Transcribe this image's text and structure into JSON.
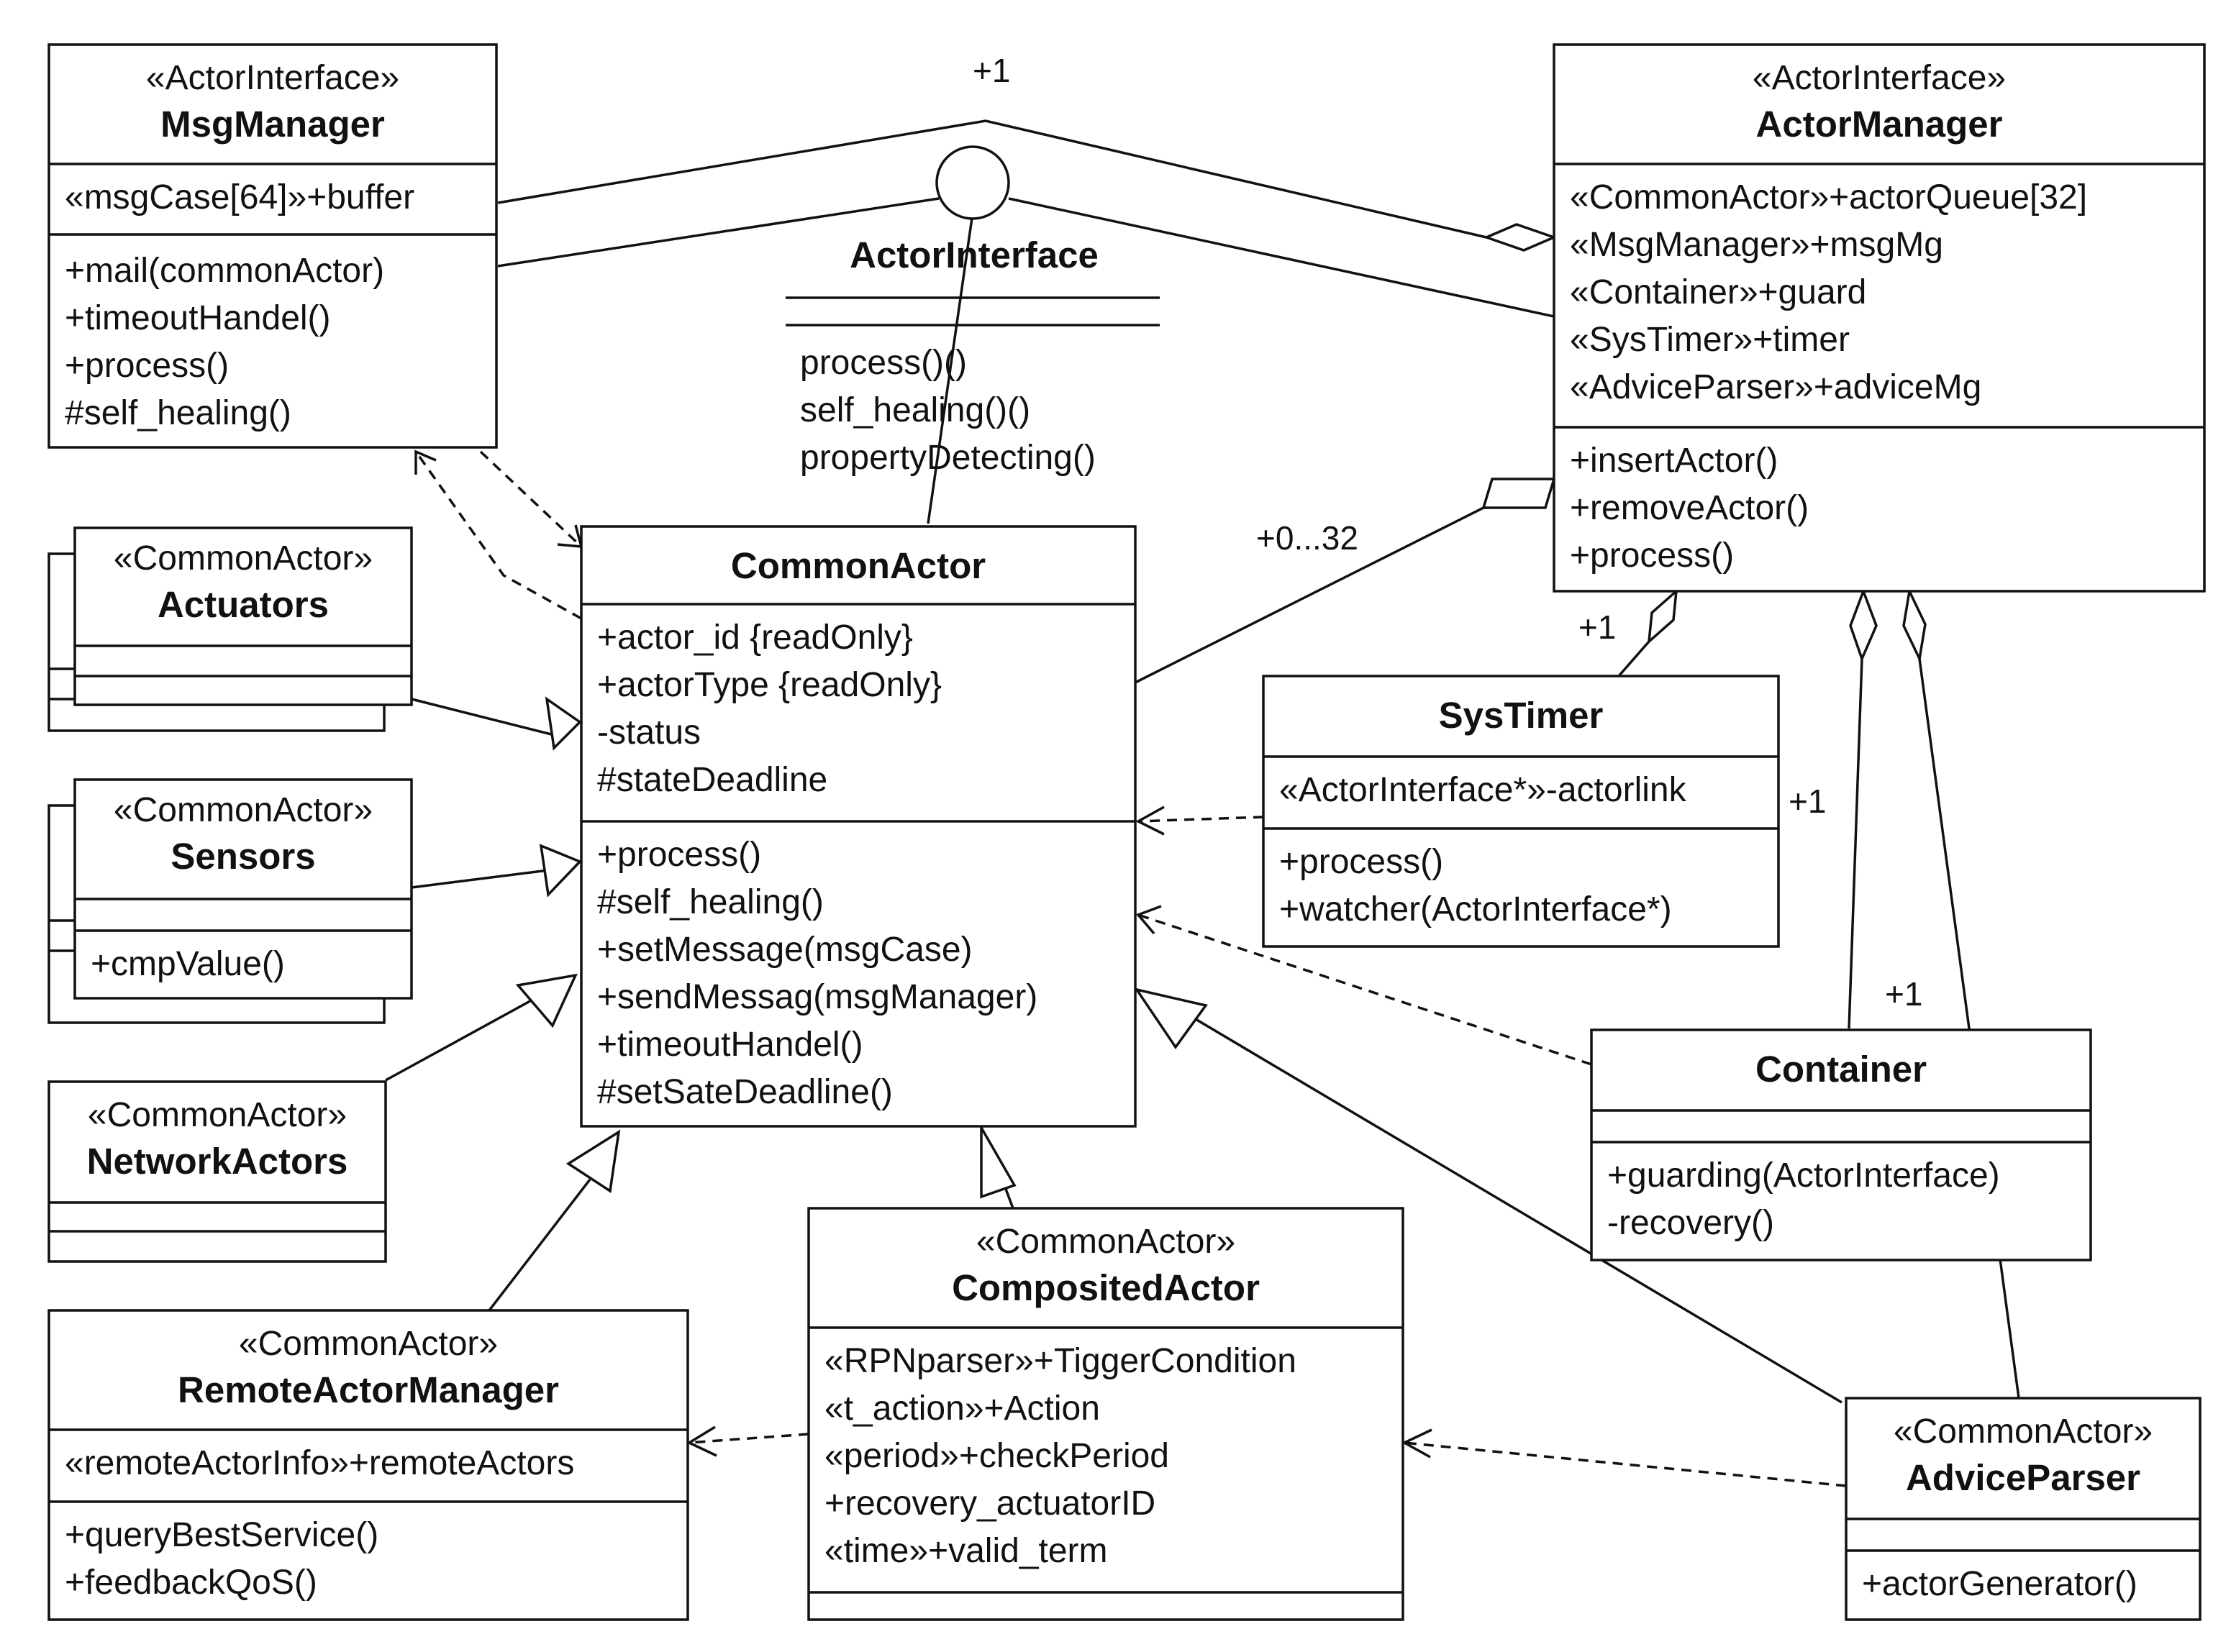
{
  "classes": {
    "msg_manager": {
      "stereotype": "«ActorInterface»",
      "name": "MsgManager",
      "attributes": [
        "«msgCase[64]»+buffer"
      ],
      "operations": [
        "+mail(commonActor)",
        "+timeoutHandel()",
        "+process()",
        "#self_healing()"
      ]
    },
    "actor_manager": {
      "stereotype": "«ActorInterface»",
      "name": "ActorManager",
      "attributes": [
        "«CommonActor»+actorQueue[32]",
        "«MsgManager»+msgMg",
        "«Container»+guard",
        "«SysTimer»+timer",
        "«AdviceParser»+adviceMg"
      ],
      "operations": [
        "+insertActor()",
        "+removeActor()",
        "+process()"
      ]
    },
    "actor_interface": {
      "name": "ActorInterface",
      "operations": [
        "process()()",
        "self_healing()()",
        "propertyDetecting()"
      ]
    },
    "common_actor": {
      "name": "CommonActor",
      "attributes": [
        "+actor_id {readOnly}",
        "+actorType {readOnly}",
        "-status",
        "#stateDeadline"
      ],
      "operations": [
        "+process()",
        "#self_healing()",
        "+setMessage(msgCase)",
        "+sendMessag(msgManager)",
        "+timeoutHandel()",
        "#setSateDeadline()"
      ]
    },
    "actuators": {
      "stereotype": "«CommonActor»",
      "name": "Actuators"
    },
    "sensors": {
      "stereotype": "«CommonActor»",
      "name": "Sensors",
      "operations": [
        "+cmpValue()"
      ]
    },
    "network_actors": {
      "stereotype": "«CommonActor»",
      "name": "NetworkActors"
    },
    "sys_timer": {
      "name": "SysTimer",
      "attributes": [
        "«ActorInterface*»-actorlink"
      ],
      "operations": [
        "+process()",
        "+watcher(ActorInterface*)"
      ]
    },
    "container": {
      "name": "Container",
      "operations": [
        "+guarding(ActorInterface)",
        "-recovery()"
      ]
    },
    "remote_actor_manager": {
      "stereotype": "«CommonActor»",
      "name": "RemoteActorManager",
      "attributes": [
        "«remoteActorInfo»+remoteActors"
      ],
      "operations": [
        "+queryBestService()",
        "+feedbackQoS()"
      ]
    },
    "composited_actor": {
      "stereotype": "«CommonActor»",
      "name": "CompositedActor",
      "attributes": [
        "«RPNparser»+TiggerCondition",
        "«t_action»+Action",
        "«period»+checkPeriod",
        "+recovery_actuatorID",
        "«time»+valid_term"
      ]
    },
    "advice_parser": {
      "stereotype": "«CommonActor»",
      "name": "AdviceParser",
      "operations": [
        "+actorGenerator()"
      ]
    }
  },
  "multiplicities": {
    "interface_top": "+1",
    "queue": "+0...32",
    "timer": "+1",
    "timer_link": "+1",
    "container": "+1"
  }
}
